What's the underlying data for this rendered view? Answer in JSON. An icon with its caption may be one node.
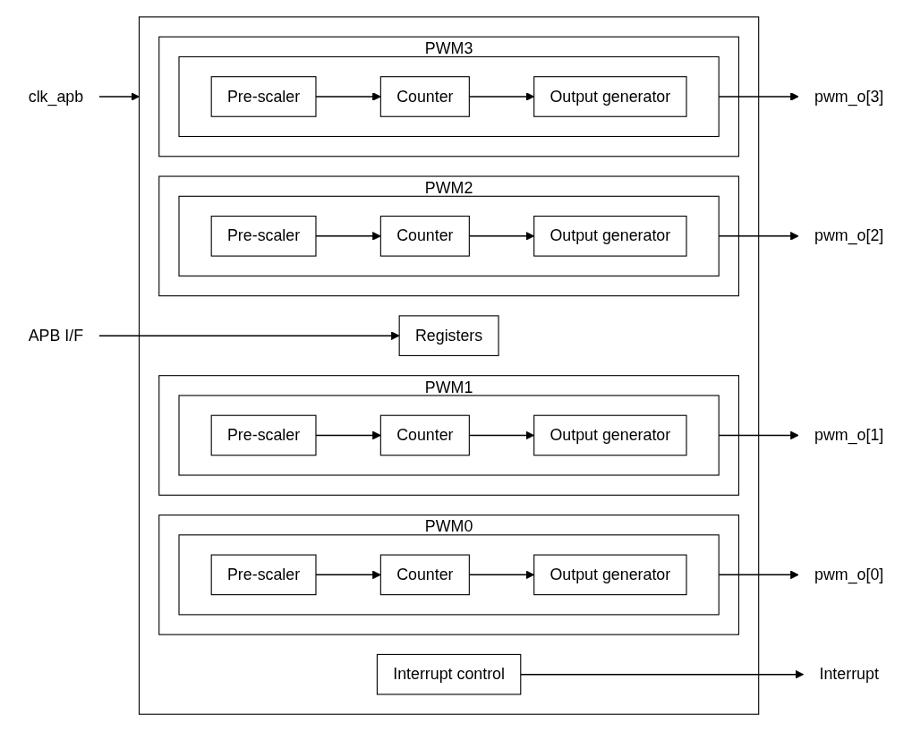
{
  "diagram": {
    "nodes": [
      {
        "text": [
          "APB I/F"
        ]
      },
      {
        "text": [
          "clk_apb"
        ]
      },
      {
        "text": [],
        "shape": "box"
      },
      {
        "text": [
          "Registers"
        ],
        "in": 2
      },
      {
        "text": [
          "Interrupt control"
        ],
        "in": 2
      },
      {
        "text": [
          "Interrupt"
        ]
      },
      {
        "text": [
          "PWM0"
        ],
        "in": 2
      },
      {
        "text": [],
        "shape": "box",
        "in": 6
      },
      {
        "text": [
          "Pre-scaler"
        ],
        "in": 7
      },
      {
        "text": [
          "Counter"
        ],
        "in": 7
      },
      {
        "text": [
          "Output generator"
        ],
        "in": 7
      },
      {
        "text": [
          "pwm_o[0]"
        ]
      },
      {
        "text": [
          "PWM1"
        ],
        "in": 2
      },
      {
        "text": [],
        "shape": "box",
        "in": 12
      },
      {
        "text": [
          "Pre-scaler"
        ],
        "in": 13
      },
      {
        "text": [
          "Counter"
        ],
        "in": 13
      },
      {
        "text": [
          "Output generator"
        ],
        "in": 13
      },
      {
        "text": [
          "pwm_o[1]"
        ]
      },
      {
        "text": [
          "PWM2"
        ],
        "in": 2
      },
      {
        "text": [],
        "shape": "box",
        "in": 18
      },
      {
        "text": [
          "Pre-scaler"
        ],
        "in": 19
      },
      {
        "text": [
          "Counter"
        ],
        "in": 19
      },
      {
        "text": [
          "Output generator"
        ],
        "in": 19
      },
      {
        "text": [
          "pwm_o[2]"
        ]
      },
      {
        "text": [
          "PWM3"
        ],
        "in": 2
      },
      {
        "text": [],
        "shape": "box",
        "in": 24
      },
      {
        "text": [
          "Pre-scaler"
        ],
        "in": 25
      },
      {
        "text": [
          "Counter"
        ],
        "in": 25
      },
      {
        "text": [
          "Output generator"
        ],
        "in": 25
      },
      {
        "text": [
          "pwm_o[3]"
        ]
      }
    ],
    "edges": [
      {
        "from": 0,
        "to": 3,
        "arrow": "to"
      },
      {
        "from": 1,
        "to": 2,
        "arrow": "to"
      },
      {
        "from": 4,
        "to": 5,
        "arrow": "to"
      },
      {
        "from": 8,
        "to": 9,
        "arrow": "to"
      },
      {
        "from": 9,
        "to": 10,
        "arrow": "to"
      },
      {
        "from": 7,
        "to": 11,
        "arrow": "to"
      },
      {
        "from": 14,
        "to": 15,
        "arrow": "to"
      },
      {
        "from": 15,
        "to": 16,
        "arrow": "to"
      },
      {
        "from": 13,
        "to": 17,
        "arrow": "to"
      },
      {
        "from": 20,
        "to": 21,
        "arrow": "to"
      },
      {
        "from": 21,
        "to": 22,
        "arrow": "to"
      },
      {
        "from": 19,
        "to": 23,
        "arrow": "to"
      },
      {
        "from": 26,
        "to": 27,
        "arrow": "to"
      },
      {
        "from": 27,
        "to": 28,
        "arrow": "to"
      },
      {
        "from": 25,
        "to": 29,
        "arrow": "to"
      }
    ]
  }
}
